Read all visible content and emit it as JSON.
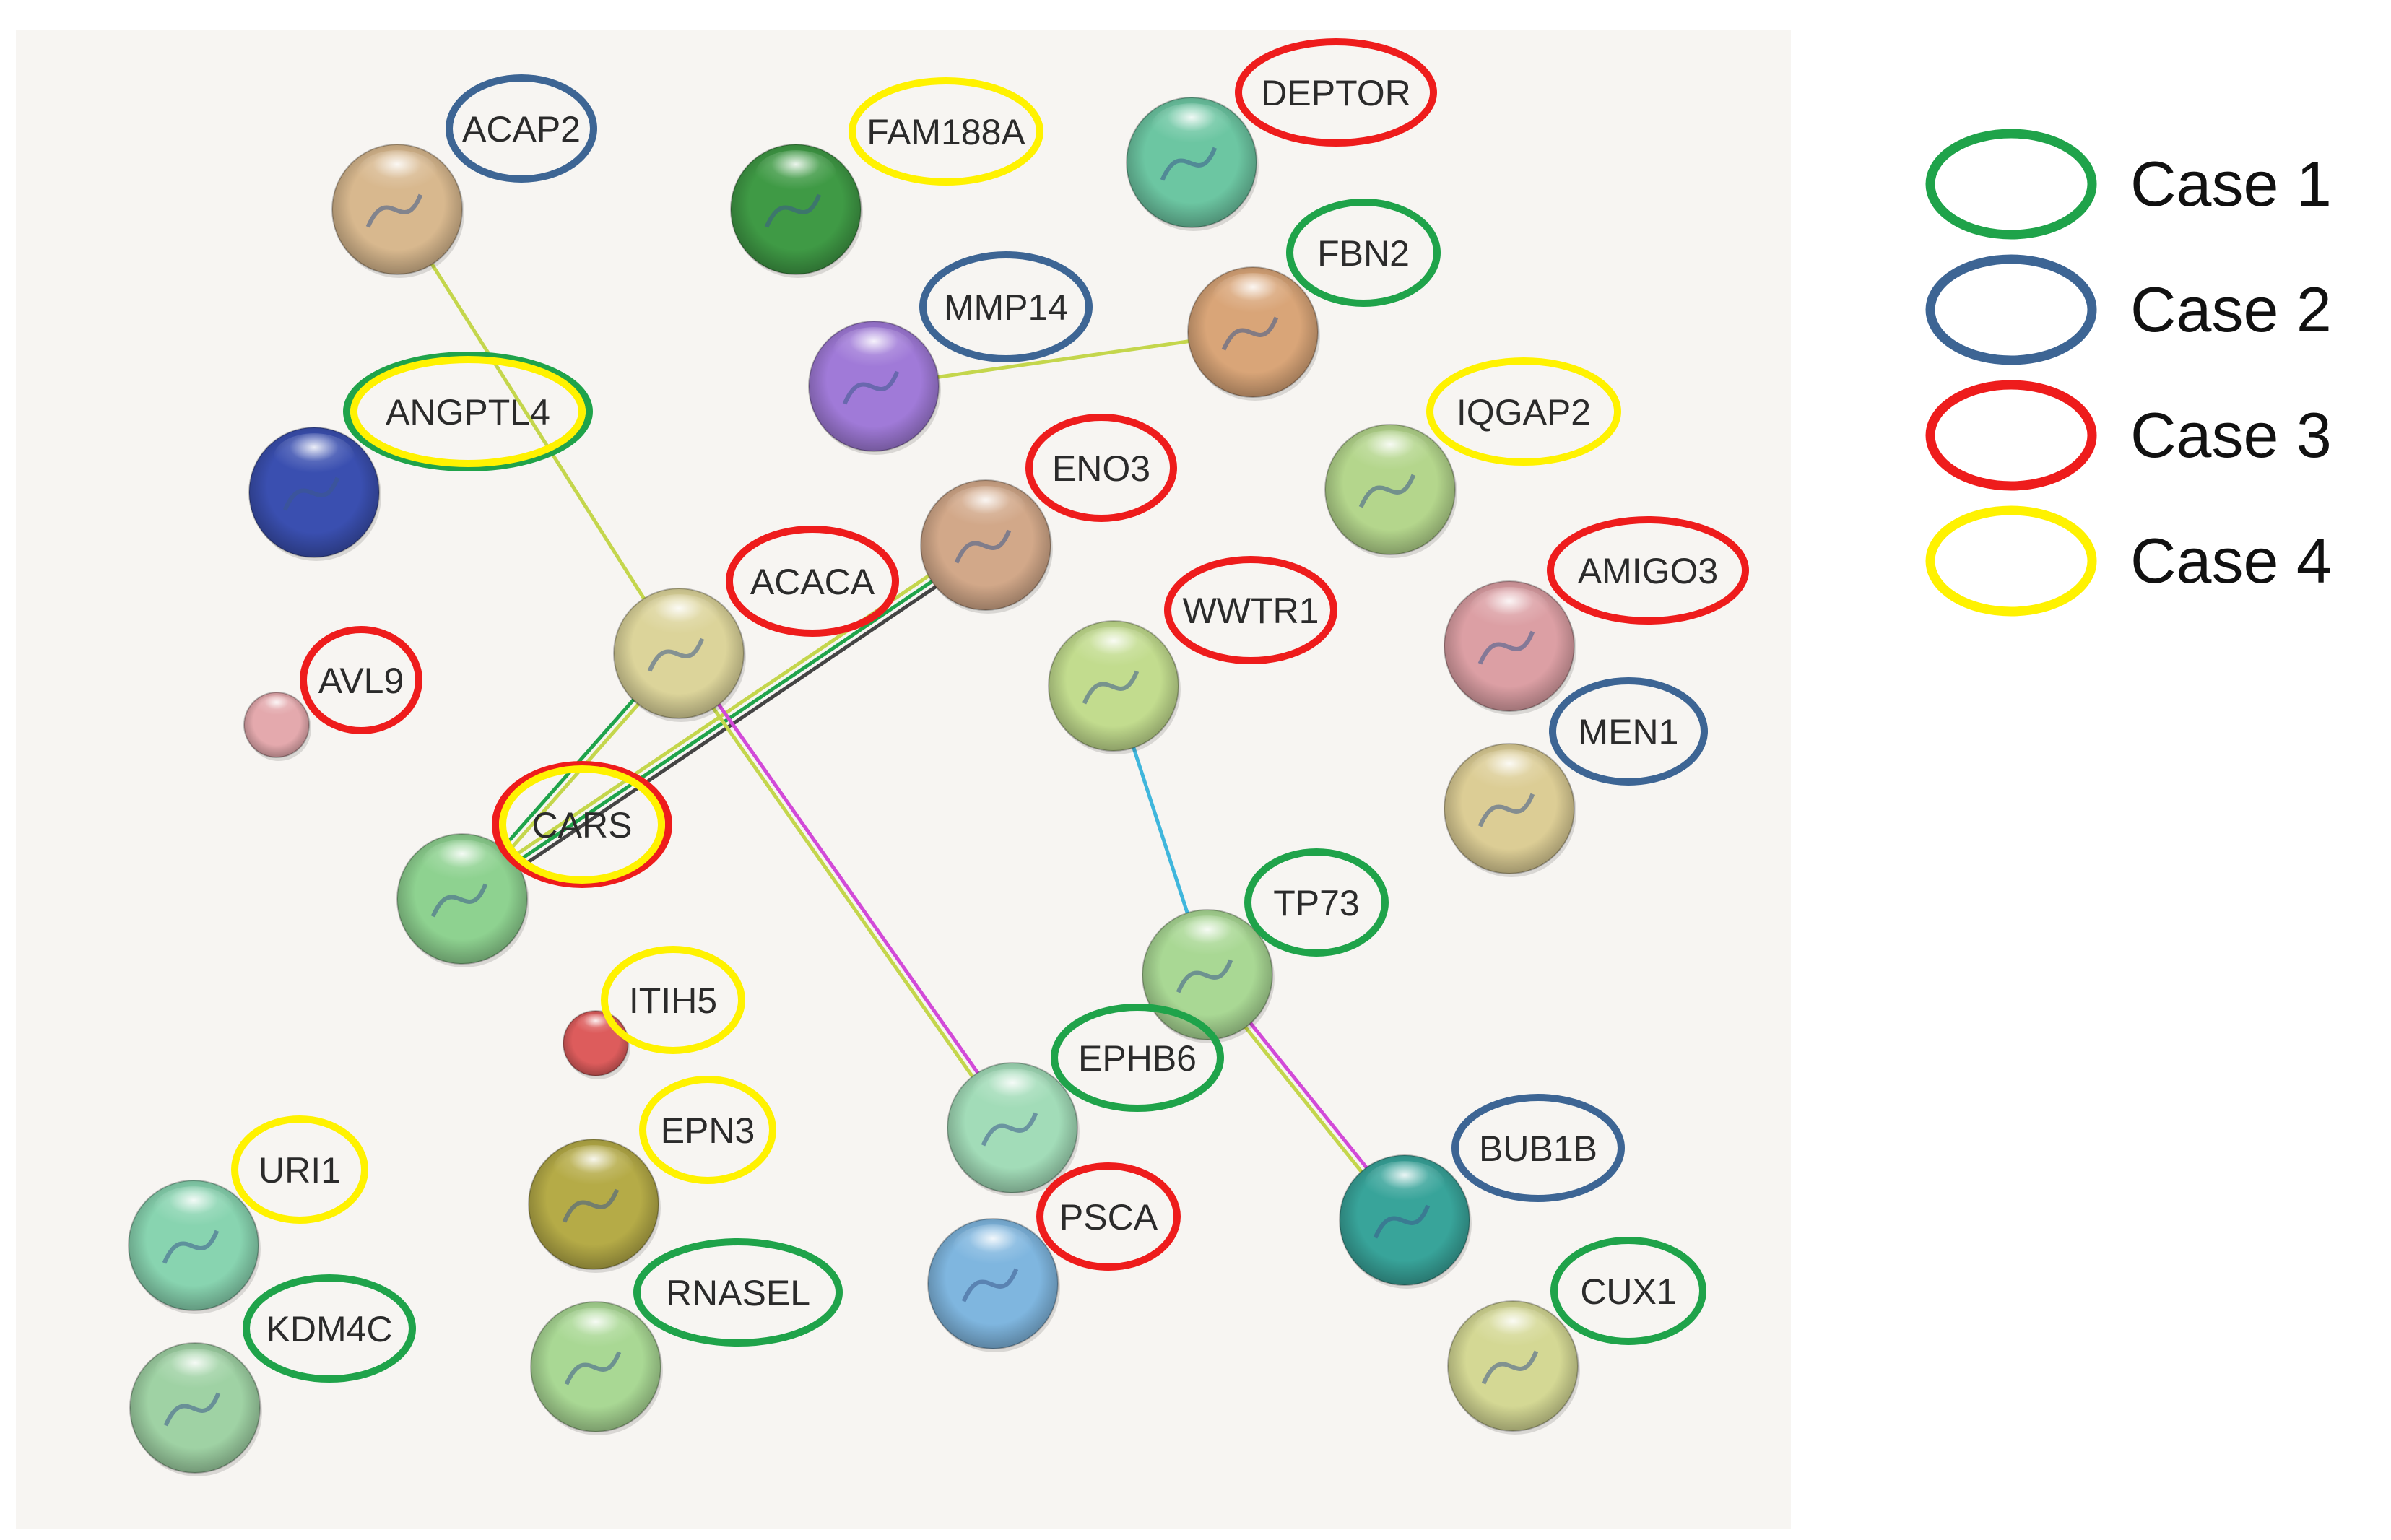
{
  "colors": {
    "canvas_bg": "#f7f5f2",
    "case_1": "#1fa34a",
    "case_2": "#3d6594",
    "case_3": "#ee1c1c",
    "case_4": "#fff200"
  },
  "legend": [
    {
      "label": "Case 1",
      "case": "case_1"
    },
    {
      "label": "Case 2",
      "case": "case_2"
    },
    {
      "label": "Case 3",
      "case": "case_3"
    },
    {
      "label": "Case 4",
      "case": "case_4"
    }
  ],
  "nodes": [
    {
      "id": "ACAP2",
      "label": "ACAP2",
      "cases": [
        "case_2"
      ],
      "color": "#d8b88e"
    },
    {
      "id": "FAM188A",
      "label": "FAM188A",
      "cases": [
        "case_4"
      ],
      "color": "#3f9a45"
    },
    {
      "id": "DEPTOR",
      "label": "DEPTOR",
      "cases": [
        "case_3"
      ],
      "color": "#6cc6a2"
    },
    {
      "id": "FBN2",
      "label": "FBN2",
      "cases": [
        "case_1"
      ],
      "color": "#d9a578"
    },
    {
      "id": "MMP14",
      "label": "MMP14",
      "cases": [
        "case_2"
      ],
      "color": "#a07ad8"
    },
    {
      "id": "ANGPTL4",
      "label": "ANGPTL4",
      "cases": [
        "case_1",
        "case_4"
      ],
      "color": "#3a4fb0"
    },
    {
      "id": "IQGAP2",
      "label": "IQGAP2",
      "cases": [
        "case_4"
      ],
      "color": "#b4d68c"
    },
    {
      "id": "ENO3",
      "label": "ENO3",
      "cases": [
        "case_3"
      ],
      "color": "#d2a889"
    },
    {
      "id": "ACACA",
      "label": "ACACA",
      "cases": [
        "case_3"
      ],
      "color": "#dcd49a"
    },
    {
      "id": "AMIGO3",
      "label": "AMIGO3",
      "cases": [
        "case_3"
      ],
      "color": "#dc9fa4"
    },
    {
      "id": "WWTR1",
      "label": "WWTR1",
      "cases": [
        "case_3"
      ],
      "color": "#c2dc8e"
    },
    {
      "id": "AVL9",
      "label": "AVL9",
      "cases": [
        "case_3"
      ],
      "color": "#e4a9ad"
    },
    {
      "id": "MEN1",
      "label": "MEN1",
      "cases": [
        "case_2"
      ],
      "color": "#dccd95"
    },
    {
      "id": "CARS",
      "label": "CARS",
      "cases": [
        "case_3",
        "case_4"
      ],
      "color": "#8ed290"
    },
    {
      "id": "TP73",
      "label": "TP73",
      "cases": [
        "case_1"
      ],
      "color": "#a9d894"
    },
    {
      "id": "ITIH5",
      "label": "ITIH5",
      "cases": [
        "case_4"
      ],
      "color": "#dd5c5c"
    },
    {
      "id": "EPHB6",
      "label": "EPHB6",
      "cases": [
        "case_1"
      ],
      "color": "#a2dcb8"
    },
    {
      "id": "EPN3",
      "label": "EPN3",
      "cases": [
        "case_4"
      ],
      "color": "#b5ab47"
    },
    {
      "id": "URI1",
      "label": "URI1",
      "cases": [
        "case_4"
      ],
      "color": "#88d4b0"
    },
    {
      "id": "PSCA",
      "label": "PSCA",
      "cases": [
        "case_3"
      ],
      "color": "#7fb6df"
    },
    {
      "id": "BUB1B",
      "label": "BUB1B",
      "cases": [
        "case_2"
      ],
      "color": "#38a49a"
    },
    {
      "id": "RNASEL",
      "label": "RNASEL",
      "cases": [
        "case_1"
      ],
      "color": "#a9d894"
    },
    {
      "id": "CUX1",
      "label": "CUX1",
      "cases": [
        "case_1"
      ],
      "color": "#d4d894"
    },
    {
      "id": "KDM4C",
      "label": "KDM4C",
      "cases": [
        "case_1"
      ],
      "color": "#9fd2a4"
    }
  ],
  "edges": [
    {
      "source": "ACAP2",
      "target": "ACACA",
      "colors": [
        "#c4d64c"
      ]
    },
    {
      "source": "MMP14",
      "target": "FBN2",
      "colors": [
        "#c4d64c"
      ]
    },
    {
      "source": "ENO3",
      "target": "CARS",
      "colors": [
        "#444444",
        "#1fa34a",
        "#c4d64c"
      ]
    },
    {
      "source": "ACACA",
      "target": "CARS",
      "colors": [
        "#c4d64c",
        "#1fa34a"
      ]
    },
    {
      "source": "ACACA",
      "target": "EPHB6",
      "colors": [
        "#d24ad8",
        "#c4d64c"
      ]
    },
    {
      "source": "WWTR1",
      "target": "TP73",
      "colors": [
        "#3fb6dc"
      ]
    },
    {
      "source": "TP73",
      "target": "BUB1B",
      "colors": [
        "#d24ad8",
        "#c4d64c"
      ]
    }
  ]
}
